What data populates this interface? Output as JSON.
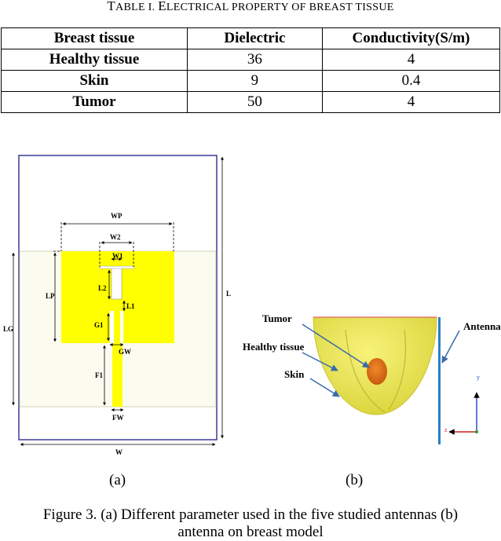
{
  "table_title": {
    "prefix_cap": "T",
    "prefix_rest": "ABLE I. ",
    "title_cap": "E",
    "title_rest": "LECTRICAL PROPERTY OF BREAST TISSUE"
  },
  "table": {
    "headers": [
      "Breast tissue",
      "Dielectric",
      "Conductivity(S/m)"
    ],
    "rows": [
      [
        "Healthy tissue",
        "36",
        "4"
      ],
      [
        "Skin",
        "9",
        "0.4"
      ],
      [
        "Tumor",
        "50",
        "4"
      ]
    ]
  },
  "figure_a": {
    "labels": {
      "wp": "WP",
      "w2": "W2",
      "w1": "W1",
      "l2": "L2",
      "l1": "L1",
      "lp": "LP",
      "g1": "G1",
      "gw": "GW",
      "f1": "F1",
      "fw": "FW",
      "lg": "LG",
      "l": "L",
      "w": "W"
    },
    "colors": {
      "patch": "#ffff00",
      "ground": "#fbfbef",
      "substrate_border": "#3a3a9a"
    }
  },
  "figure_b": {
    "labels": {
      "tumor": "Tumor",
      "healthy": "Healthy tissue",
      "skin": "Skin",
      "antenna": "Antenna",
      "axis_y": "y",
      "axis_z": "z"
    },
    "colors": {
      "breast": "#f2ec5a",
      "tumor": "#e8721c",
      "antenna": "#2b7fc4",
      "arrow": "#3a6aa8"
    }
  },
  "subcaptions": {
    "a": "(a)",
    "b": "(b)"
  },
  "figure_caption": {
    "line1": "Figure 3. (a) Different parameter used in the five studied antennas (b)",
    "line2": "antenna on breast model"
  }
}
